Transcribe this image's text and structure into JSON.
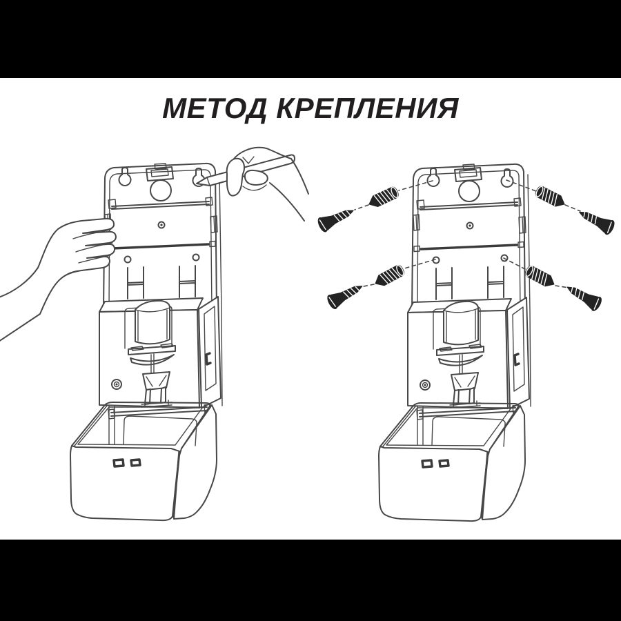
{
  "title": {
    "text": "МЕТОД КРЕПЛЕНИЯ"
  },
  "colors": {
    "background": "#ffffff",
    "letterbox": "#000000",
    "line": "#474747",
    "dark_metal": "#232323",
    "title_text": "#211e1f"
  },
  "figure": {
    "panels": [
      {
        "id": "panel-left",
        "parts": [
          "soap-dispenser-open-cover",
          "pressing-hand",
          "hand-with-pencil-marking-holes"
        ]
      },
      {
        "id": "panel-right",
        "parts": [
          "soap-dispenser-open-cover",
          "wall-plug-anchors",
          "mounting-screws",
          "dashed-alignment-lines"
        ],
        "fastener_sets": 4
      }
    ]
  }
}
